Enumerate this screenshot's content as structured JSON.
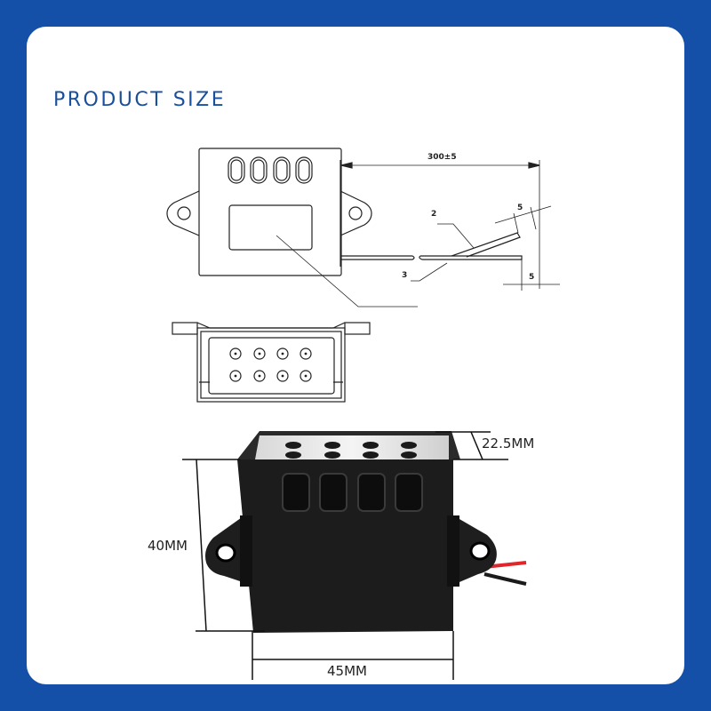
{
  "page": {
    "title": "PRODUCT SIZE",
    "colors": {
      "background": "#1550A8",
      "card": "#FFFFFF",
      "title": "#1A4F9C",
      "product_body": "#1C1C1C",
      "wire_red": "#E0262B",
      "wire_black": "#1A1A1A"
    }
  },
  "drawing_front": {
    "cable_length_label": "300±5",
    "callout_2": "2",
    "callout_3": "3",
    "strip_length_top": "5",
    "strip_length_bottom": "5"
  },
  "drawing_bottom": {
    "terminal_count": 8
  },
  "photo": {
    "depth_label": "22.5MM",
    "height_label": "40MM",
    "width_label": "45MM"
  }
}
